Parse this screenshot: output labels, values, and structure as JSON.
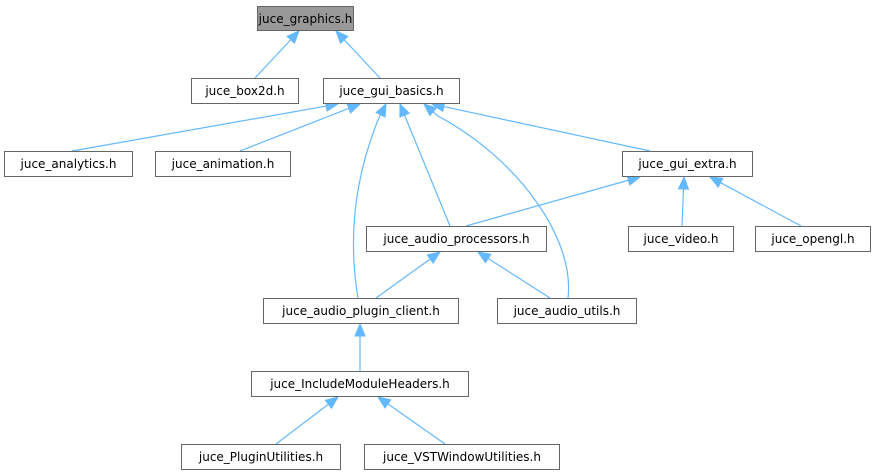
{
  "nodes": {
    "graphics": "juce_graphics.h",
    "box2d": "juce_box2d.h",
    "gui_basics": "juce_gui_basics.h",
    "analytics": "juce_analytics.h",
    "animation": "juce_animation.h",
    "gui_extra": "juce_gui_extra.h",
    "audio_processors": "juce_audio_processors.h",
    "video": "juce_video.h",
    "opengl": "juce_opengl.h",
    "plugin_client": "juce_audio_plugin_client.h",
    "audio_utils": "juce_audio_utils.h",
    "include_module_headers": "juce_IncludeModuleHeaders.h",
    "plugin_utilities": "juce_PluginUtilities.h",
    "vst_window_utilities": "juce_VSTWindowUtilities.h"
  },
  "edges": [
    [
      "box2d",
      "graphics"
    ],
    [
      "gui_basics",
      "graphics"
    ],
    [
      "analytics",
      "gui_basics"
    ],
    [
      "animation",
      "gui_basics"
    ],
    [
      "gui_extra",
      "gui_basics"
    ],
    [
      "audio_processors",
      "gui_basics"
    ],
    [
      "plugin_client",
      "gui_basics"
    ],
    [
      "audio_utils",
      "gui_basics"
    ],
    [
      "audio_processors",
      "gui_extra"
    ],
    [
      "video",
      "gui_extra"
    ],
    [
      "opengl",
      "gui_extra"
    ],
    [
      "plugin_client",
      "audio_processors"
    ],
    [
      "audio_utils",
      "audio_processors"
    ],
    [
      "include_module_headers",
      "plugin_client"
    ],
    [
      "plugin_utilities",
      "include_module_headers"
    ],
    [
      "vst_window_utilities",
      "include_module_headers"
    ]
  ],
  "colors": {
    "edge": "#63b8ff",
    "root_fill": "#999999",
    "border": "#666666"
  }
}
